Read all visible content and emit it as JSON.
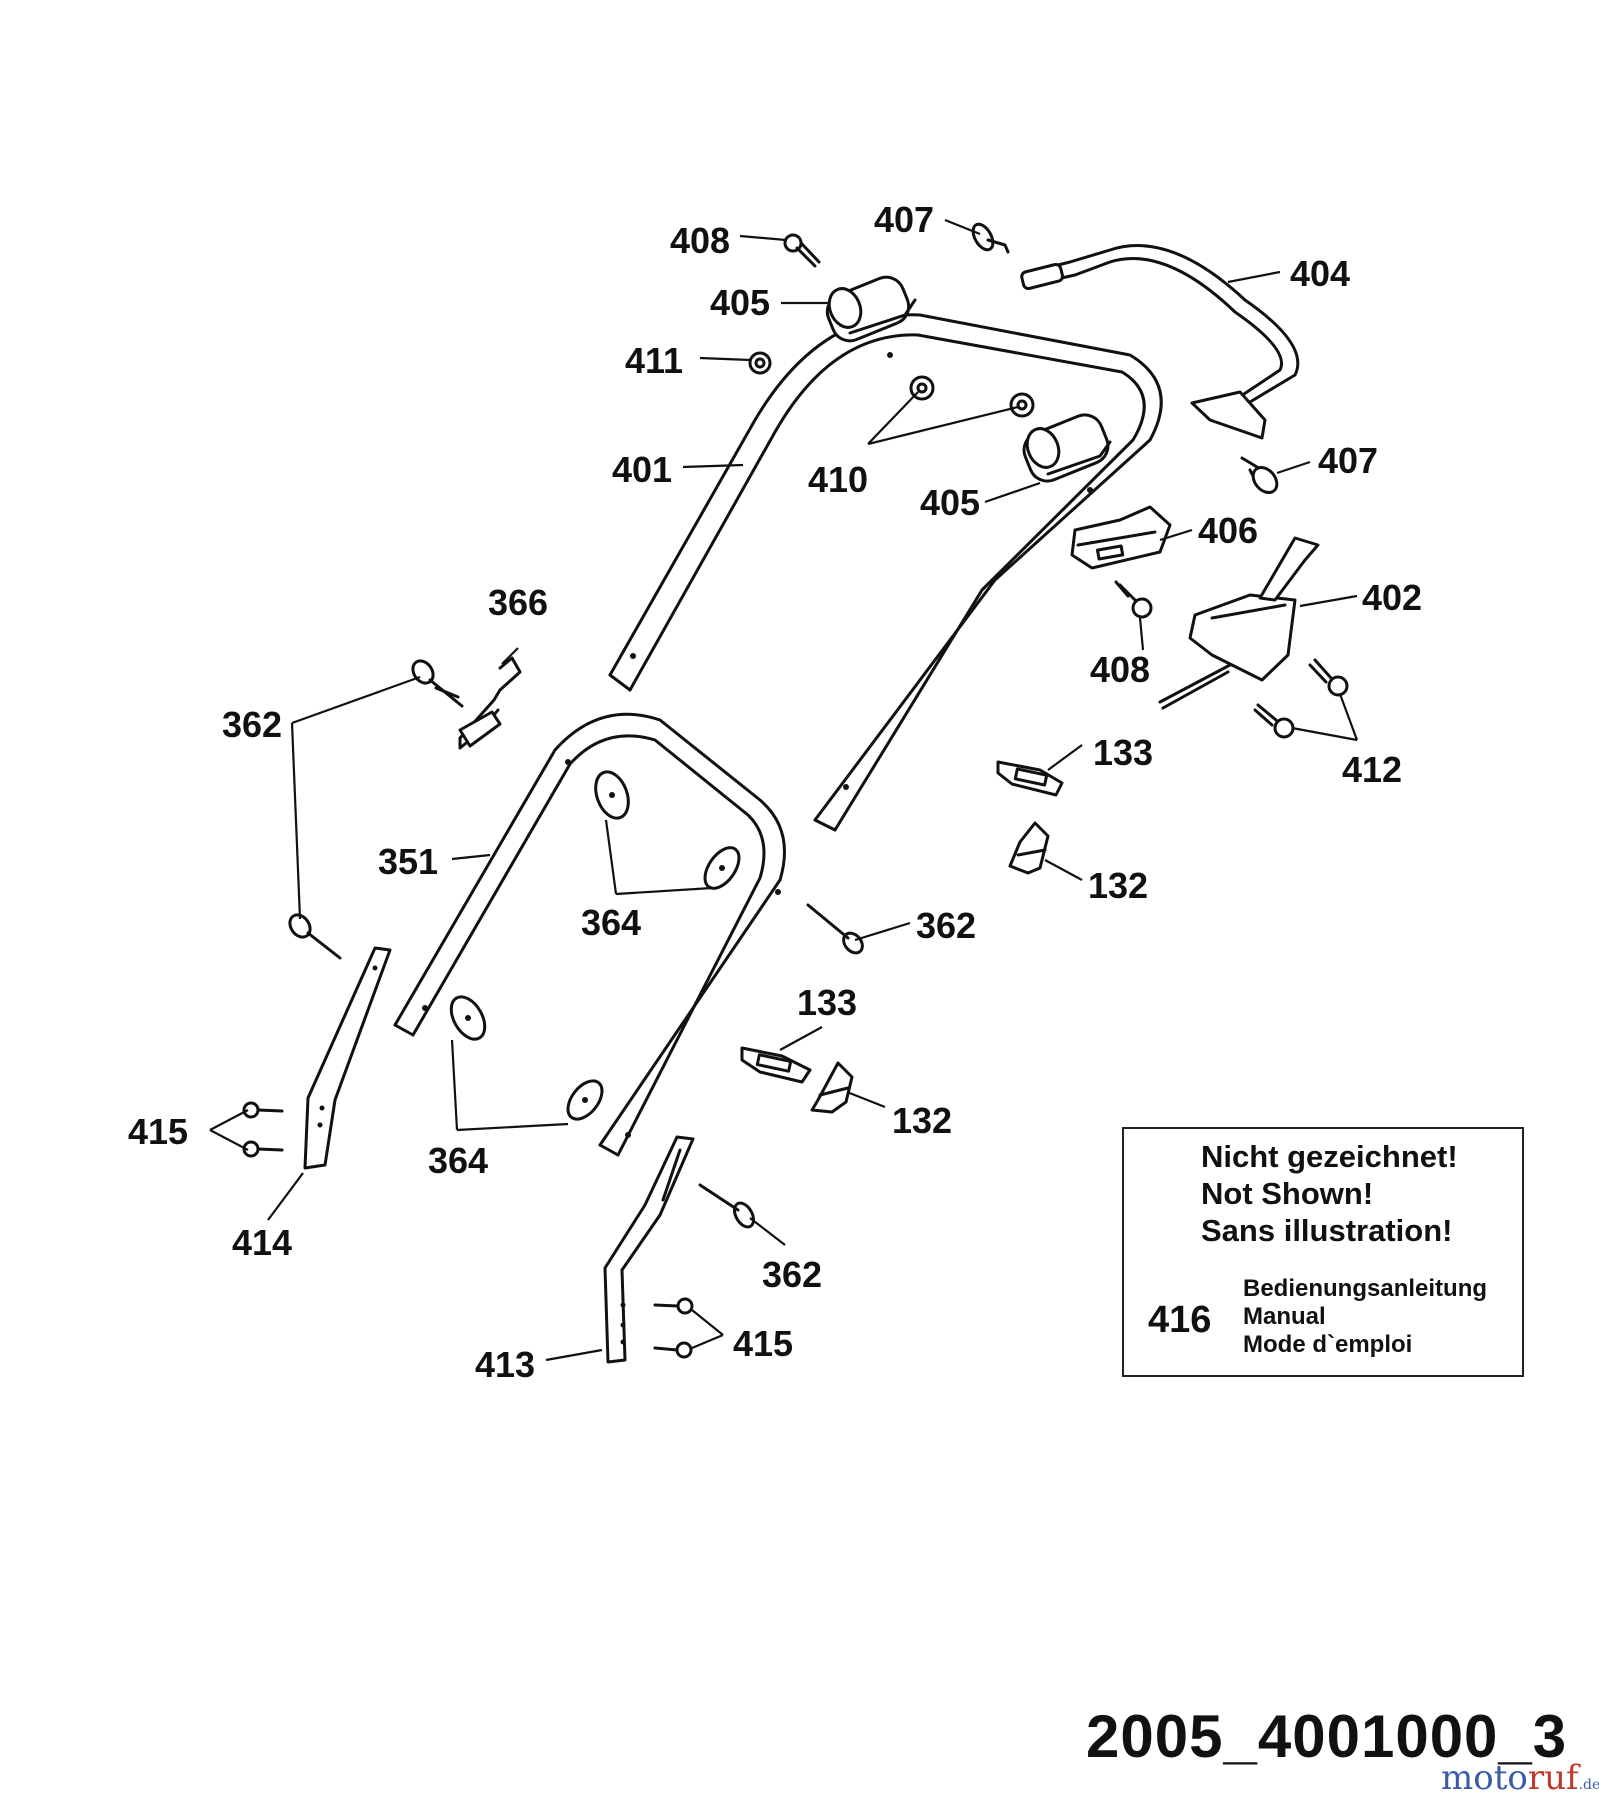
{
  "labels": {
    "p408a": "408",
    "p407a": "407",
    "p404": "404",
    "p405a": "405",
    "p411": "411",
    "p401": "401",
    "p410": "410",
    "p405b": "405",
    "p407b": "407",
    "p406": "406",
    "p402": "402",
    "p408b": "408",
    "p366": "366",
    "p362a": "362",
    "p412": "412",
    "p133a": "133",
    "p132a": "132",
    "p351": "351",
    "p364a": "364",
    "p362b": "362",
    "p133b": "133",
    "p132b": "132",
    "p415a": "415",
    "p364b": "364",
    "p414": "414",
    "p362c": "362",
    "p413": "413",
    "p415b": "415"
  },
  "note": {
    "line1": "Nicht gezeichnet!",
    "line2": "Not Shown!",
    "line3": "Sans illustration!",
    "part_number": "416",
    "desc1": "Bedienungsanleitung",
    "desc2": "Manual",
    "desc3": "Mode d`emploi"
  },
  "drawing_id": "2005_4001000_3",
  "watermark": {
    "part1": "moto",
    "part2": "ruf",
    "part3": ".de"
  }
}
